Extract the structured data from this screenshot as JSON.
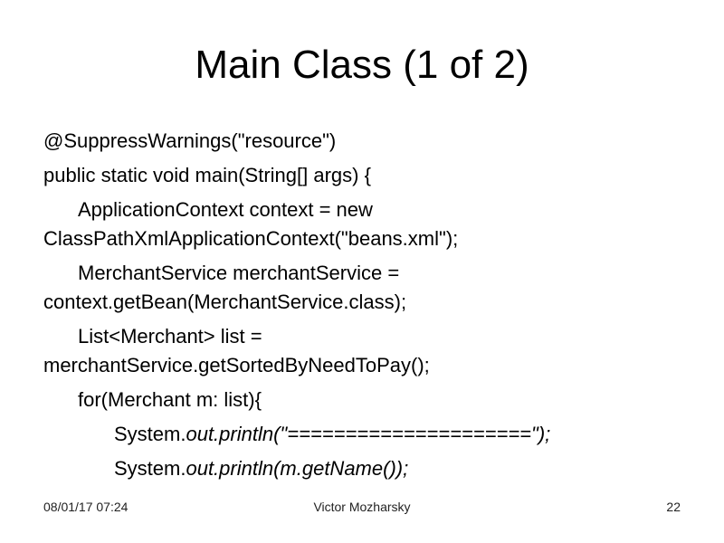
{
  "slide": {
    "title": "Main Class (1 of 2)",
    "code_lines": {
      "l1": "@SuppressWarnings(\"resource\")",
      "l2": "public static void main(String[] args) {",
      "l3a": "ApplicationContext context = new",
      "l3b": "ClassPathXmlApplicationContext(\"beans.xml\");",
      "l4a": "MerchantService merchantService =",
      "l4b": "context.getBean(MerchantService.class);",
      "l5a": "List<Merchant> list =",
      "l5b": "merchantService.getSortedByNeedToPay();",
      "l6": "for(Merchant m: list){",
      "l7_pre": "System.",
      "l7_ital": "out.println(\"=====================\");",
      "l8_pre": "System.",
      "l8_ital": "out.println(m.getName());"
    },
    "footer": {
      "date": "08/01/17 07:24",
      "author": "Victor Mozharsky",
      "page": "22"
    }
  }
}
